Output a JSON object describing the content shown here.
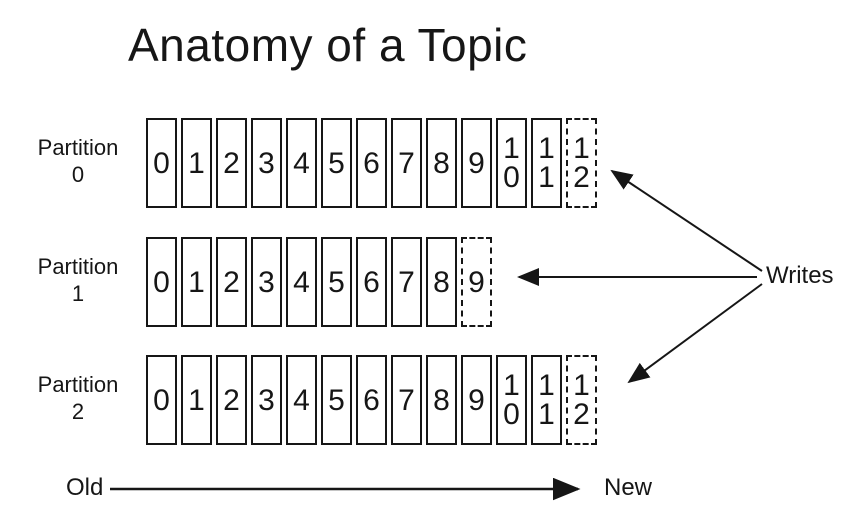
{
  "title": "Anatomy of a Topic",
  "diagram": {
    "partitions": [
      {
        "label": "Partition",
        "index": "0",
        "cells": [
          "0",
          "1",
          "2",
          "3",
          "4",
          "5",
          "6",
          "7",
          "8",
          "9",
          "10",
          "11"
        ],
        "next_offset": "12"
      },
      {
        "label": "Partition",
        "index": "1",
        "cells": [
          "0",
          "1",
          "2",
          "3",
          "4",
          "5",
          "6",
          "7",
          "8"
        ],
        "next_offset": "9"
      },
      {
        "label": "Partition",
        "index": "2",
        "cells": [
          "0",
          "1",
          "2",
          "3",
          "4",
          "5",
          "6",
          "7",
          "8",
          "9",
          "10",
          "11"
        ],
        "next_offset": "12"
      }
    ],
    "writes_label": "Writes",
    "old_label": "Old",
    "new_label": "New"
  },
  "colors": {
    "ink": "#161616",
    "background": "#ffffff"
  }
}
